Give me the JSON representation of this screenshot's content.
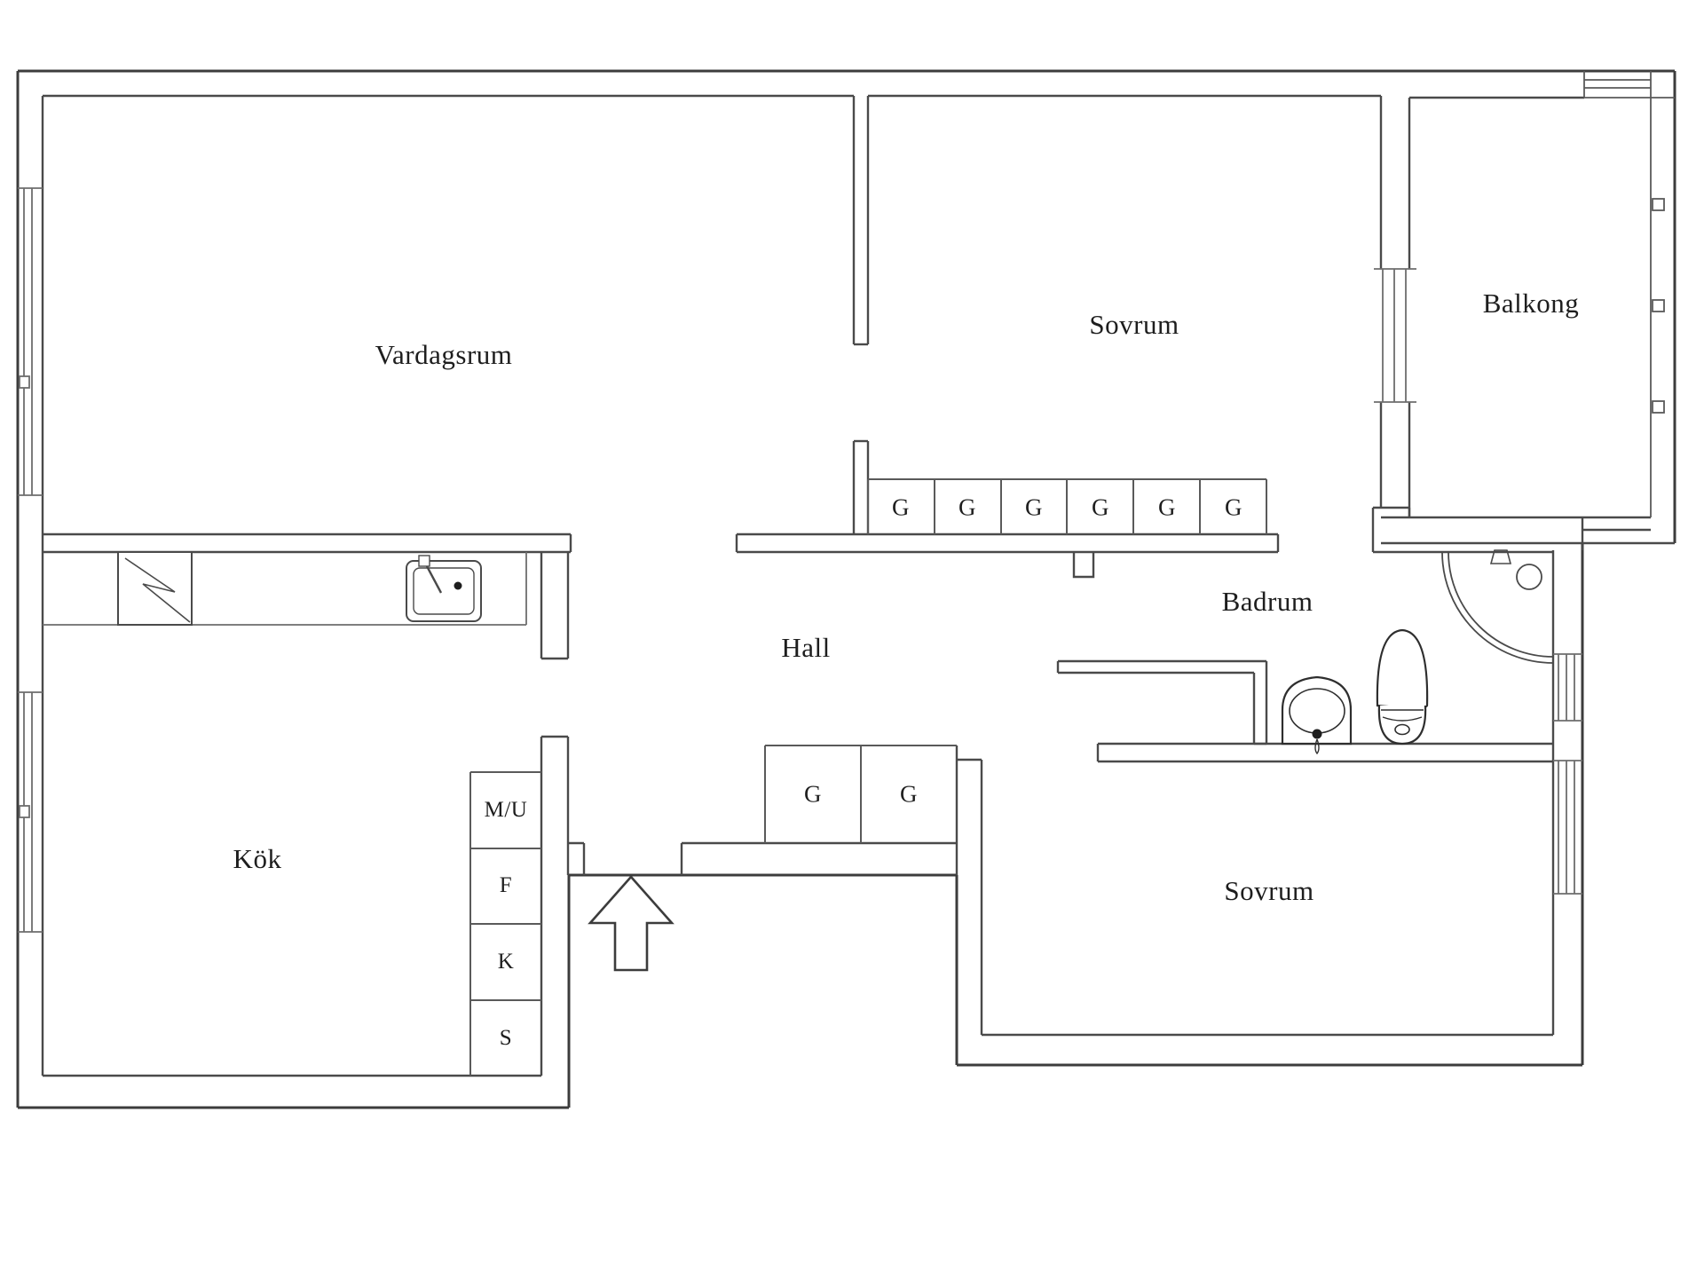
{
  "floorplan": {
    "rooms": {
      "living": "Vardagsrum",
      "bedroom1": "Sovrum",
      "balcony": "Balkong",
      "bathroom": "Badrum",
      "hall": "Hall",
      "kitchen": "Kök",
      "bedroom2": "Sovrum"
    },
    "closets": {
      "g1": "G",
      "g2": "G",
      "g3": "G",
      "g4": "G",
      "g5": "G",
      "g6": "G",
      "g7": "G",
      "g8": "G"
    },
    "appliances": {
      "a1": "M/U",
      "a2": "F",
      "a3": "K",
      "a4": "S"
    },
    "colors": {
      "wall": "#3c3c3c",
      "inner_wall": "#4a4a4a",
      "light_line": "#8a8a8a",
      "text": "#1e1e1e",
      "background": "#ffffff"
    }
  }
}
